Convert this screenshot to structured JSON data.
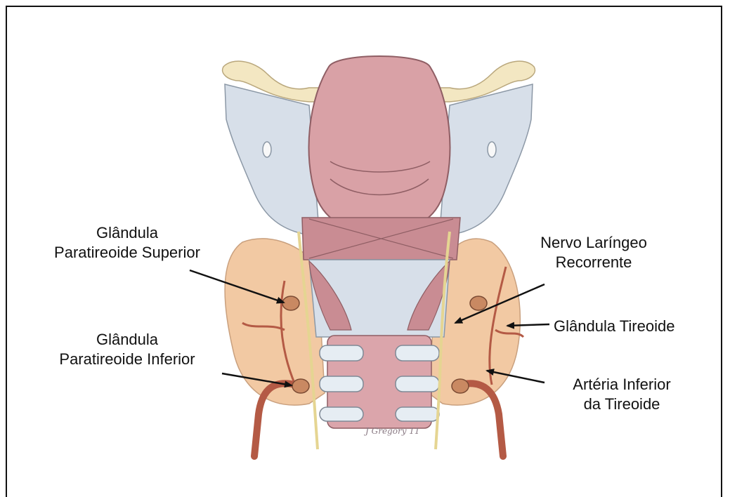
{
  "labels": {
    "parathyroid_superior": {
      "line1": "Glândula",
      "line2": "Paratireoide Superior"
    },
    "parathyroid_inferior": {
      "line1": "Glândula",
      "line2": "Paratireoide Inferior"
    },
    "recurrent_laryngeal_nerve": {
      "line1": "Nervo Laríngeo",
      "line2": "Recorrente"
    },
    "thyroid_gland": {
      "line1": "Glândula Tireoide"
    },
    "inferior_thyroid_artery": {
      "line1": "Artéria Inferior",
      "line2": "da Tireoide"
    }
  },
  "signature": "J Gregory 11",
  "colors": {
    "bone": "#f3e7c2",
    "cartilage": "#d7dfe9",
    "epiglottis": "#d9a1a6",
    "muscle": "#c98c93",
    "thyroid": "#f2c9a3",
    "parathyroid": "#c98962",
    "artery": "#b45a45",
    "nerve": "#e5d592",
    "trachea_ring": "#e6edf3",
    "outline": "#6e5a55"
  }
}
